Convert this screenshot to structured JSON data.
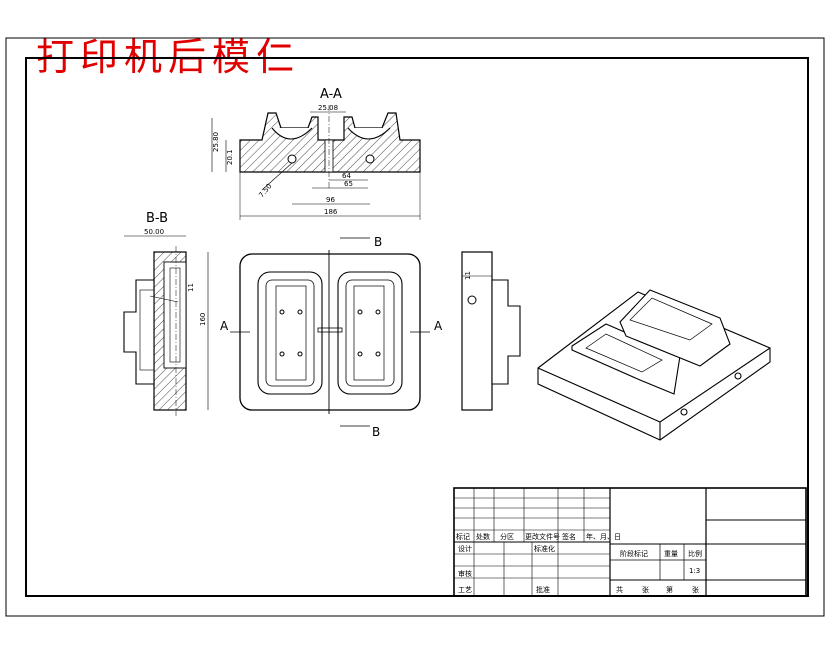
{
  "title": "打印机后模仁",
  "views": {
    "section_aa": {
      "label": "A-A"
    },
    "section_bb": {
      "label": "B-B"
    },
    "plan": {
      "cut_a": "A",
      "cut_b": "B"
    }
  },
  "dimensions": {
    "aa_top": "25.08",
    "aa_height": "25.80",
    "aa_step": "20.1",
    "aa_hole": "7.50",
    "aa_d1": "64",
    "aa_d2": "65",
    "aa_d3": "96",
    "aa_width": "186",
    "bb_width": "50.00",
    "bb_small": "11",
    "bb_height": "160",
    "side_small": "11"
  },
  "title_block": {
    "rev_headers": [
      "标记",
      "处数",
      "分区",
      "更改文件号",
      "签名",
      "年、月、日"
    ],
    "design": "设计",
    "standardize": "标准化",
    "review": "审核",
    "process": "工艺",
    "approve": "批准",
    "stage_mark": "阶段标记",
    "weight": "重量",
    "scale": "比例",
    "scale_value": "1:3",
    "sheets": [
      "共",
      "张",
      "第",
      "张"
    ]
  }
}
